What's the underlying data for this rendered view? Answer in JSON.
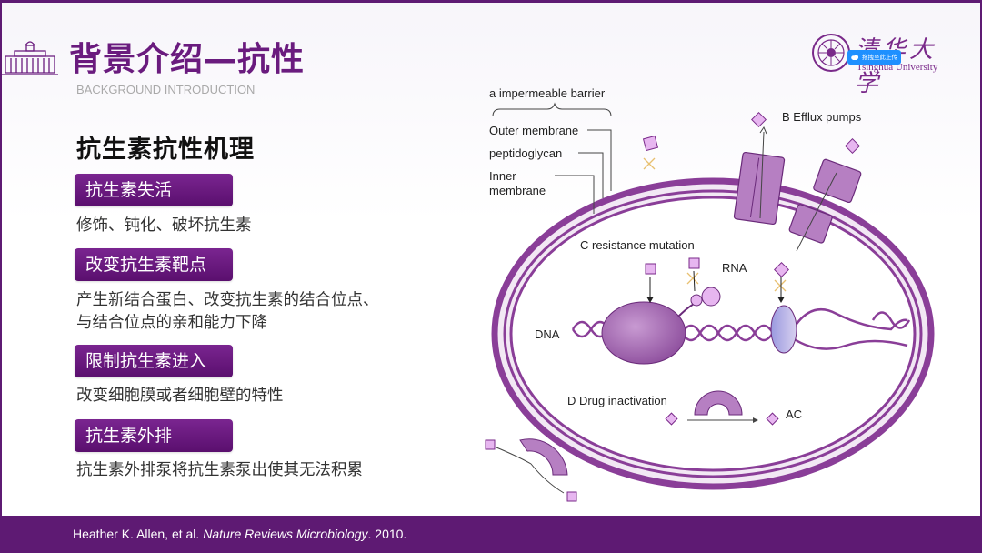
{
  "header": {
    "title": "背景介绍—抗性",
    "subtitle": "BACKGROUND INTRODUCTION"
  },
  "logo": {
    "cn": "清华大学",
    "en": "Tsinghua University",
    "upload_badge": "拖拽至此上传"
  },
  "content": {
    "heading": "抗生素抗性机理",
    "items": [
      {
        "tag": "抗生素失活",
        "lines": [
          "修饰、钝化、破坏抗生素"
        ]
      },
      {
        "tag": "改变抗生素靶点",
        "lines": [
          "产生新结合蛋白、改变抗生素的结合位点、",
          "与结合位点的亲和能力下降"
        ]
      },
      {
        "tag": "限制抗生素进入",
        "lines": [
          "改变细胞膜或者细胞壁的特性"
        ]
      },
      {
        "tag": "抗生素外排",
        "lines": [
          "抗生素外排泵将抗生素泵出使其无法积累"
        ]
      }
    ]
  },
  "diagram": {
    "barrier": "a impermeable barrier",
    "outer": "Outer membrane",
    "pepti": "peptidoglycan",
    "inner1": "Inner",
    "inner2": "membrane",
    "efflux": "B Efflux pumps",
    "mutation": "C resistance mutation",
    "rna": "RNA",
    "dna": "DNA",
    "drug": "D Drug inactivation",
    "ac": "AC"
  },
  "footer": {
    "authors": "Heather K. Allen, et al. ",
    "journal": "Nature Reviews Microbiology",
    "year": ". 2010."
  },
  "colors": {
    "primary": "#5e1a73",
    "tag_bg": "#6a1b7e",
    "cell_fill": "#f2e8f4",
    "membrane": "#8a3e98",
    "protein": "#b67fc2"
  },
  "icons": [
    "tsinghua-building-icon",
    "tsinghua-emblem-icon",
    "upload-cloud-icon"
  ]
}
